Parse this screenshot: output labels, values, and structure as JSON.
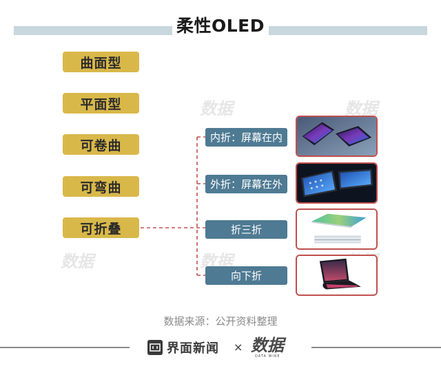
{
  "title": "柔性OLED",
  "types": [
    "曲面型",
    "平面型",
    "可卷曲",
    "可弯曲",
    "可折叠"
  ],
  "fold_modes": [
    "内折：屏幕在内",
    "外折：屏幕在外",
    "折三折",
    "向下折"
  ],
  "source": "数据来源：公开资料整理",
  "footer": {
    "brand": "界面新闻",
    "separator": "×",
    "partner_logo_text": "数据",
    "partner_logo_sub": "DATA WIRE"
  },
  "colors": {
    "type_box": "#d9b84a",
    "sub_box": "#4e7a93",
    "connector": "#c0504d",
    "title_bar": "#c8d6de"
  }
}
